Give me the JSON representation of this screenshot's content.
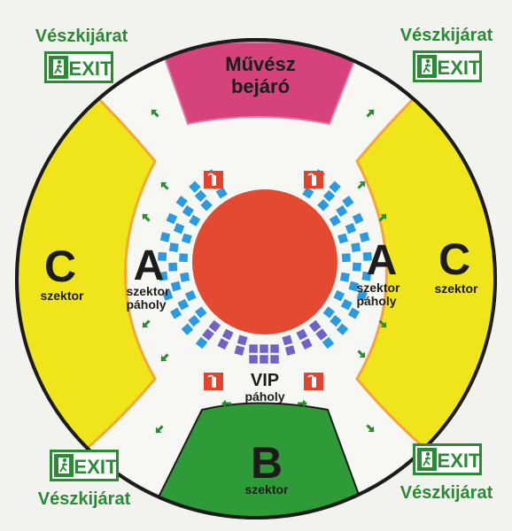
{
  "exits": {
    "top_left": {
      "label": "Vészkijárat",
      "sign": "EXIT"
    },
    "top_right": {
      "label": "Vészkijárat",
      "sign": "EXIT"
    },
    "bottom_left": {
      "label": "Vészkijárat",
      "sign": "EXIT"
    },
    "bottom_right": {
      "label": "Vészkijárat",
      "sign": "EXIT"
    }
  },
  "artist_entrance": {
    "line1": "Művész",
    "line2": "bejáró"
  },
  "sector_c_left": {
    "letter": "C",
    "label": "szektor"
  },
  "sector_c_right": {
    "letter": "C",
    "label": "szektor"
  },
  "sector_a_left": {
    "letter": "A",
    "line1": "szektor",
    "line2": "páholy"
  },
  "sector_a_right": {
    "letter": "A",
    "line1": "szektor",
    "line2": "páholy"
  },
  "vip": {
    "line1": "VIP",
    "line2": "páholy"
  },
  "sector_b": {
    "letter": "B",
    "label": "szektor"
  },
  "colors": {
    "background": "#f2f2ee",
    "arena_fill": "#f7f7f3",
    "outline": "#1c1c1c",
    "artist_entrance": "#d5427c",
    "sector_c": "#f0e41a",
    "sector_c_edge": "#f3a63a",
    "stage": "#e44a32",
    "sector_b": "#2e9a38",
    "exit_green": "#2b8a36",
    "seat_blue": "#2a9be0",
    "seat_violet": "#6f62c8",
    "fire_red": "#e2432f"
  },
  "icons": [
    "running-person-icon",
    "fire-extinguisher-icon",
    "arrow-icon"
  ]
}
